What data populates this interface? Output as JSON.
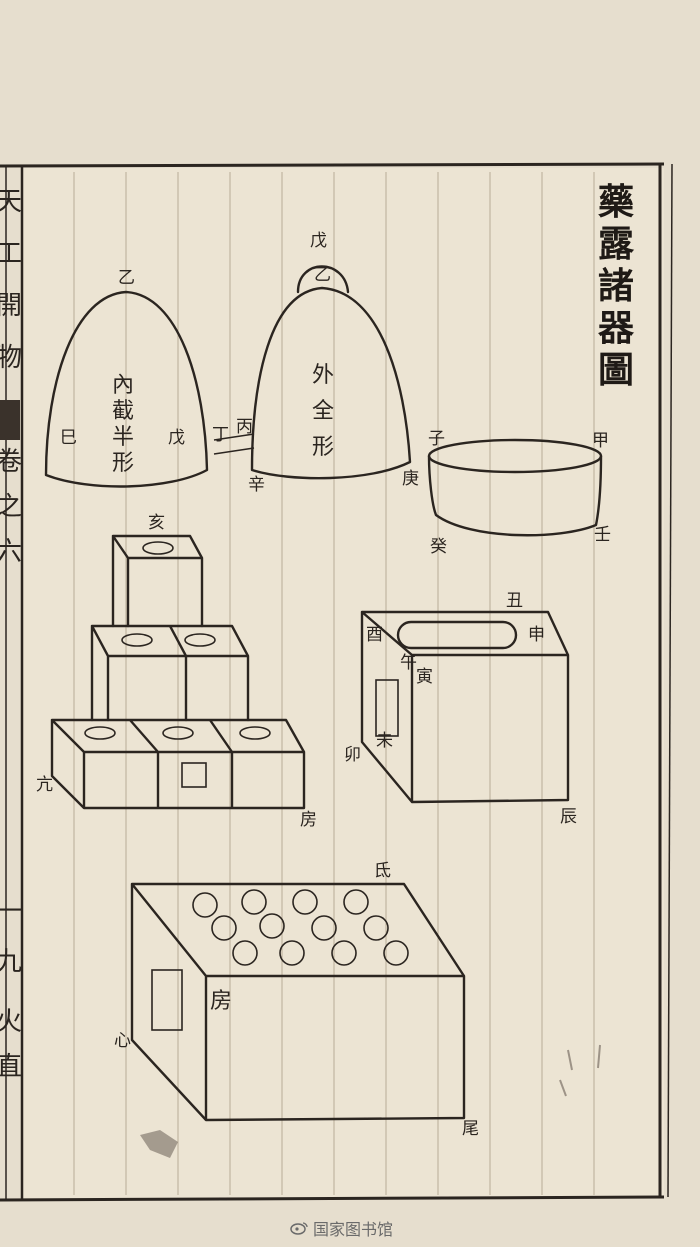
{
  "title": [
    "藥",
    "露",
    "諸",
    "器",
    "圖"
  ],
  "margin": {
    "upper": [
      "天",
      "工",
      "開",
      "物",
      "卷",
      "之",
      "六"
    ],
    "lower": [
      "一",
      "九",
      "火",
      "直"
    ]
  },
  "figures": {
    "inner_bell": {
      "top": "乙",
      "left": "巳",
      "right": "戊",
      "caption": [
        "內",
        "截",
        "半",
        "形"
      ]
    },
    "outer_bell": {
      "knob_top": "戊",
      "knob": "乙",
      "left": "辛",
      "right": "庚",
      "caption": [
        "外",
        "全",
        "形"
      ],
      "pipe_left": "丁",
      "pipe_right": "丙"
    },
    "basin": {
      "top_left": "子",
      "top_right": "甲",
      "bottom_left": "癸",
      "bottom_right": "壬"
    },
    "stacked_boxes": {
      "top": "亥",
      "left": "亢",
      "right": "房"
    },
    "box_right": {
      "top": "丑",
      "tl": "酉",
      "tr": "申",
      "mid1": "午",
      "mid2": "寅",
      "mid3": "未",
      "left": "卯",
      "bottom": "辰"
    },
    "big_box": {
      "top": "氐",
      "side": "房",
      "left": "心",
      "bottom": "尾"
    }
  },
  "watermark": "国家图书馆"
}
